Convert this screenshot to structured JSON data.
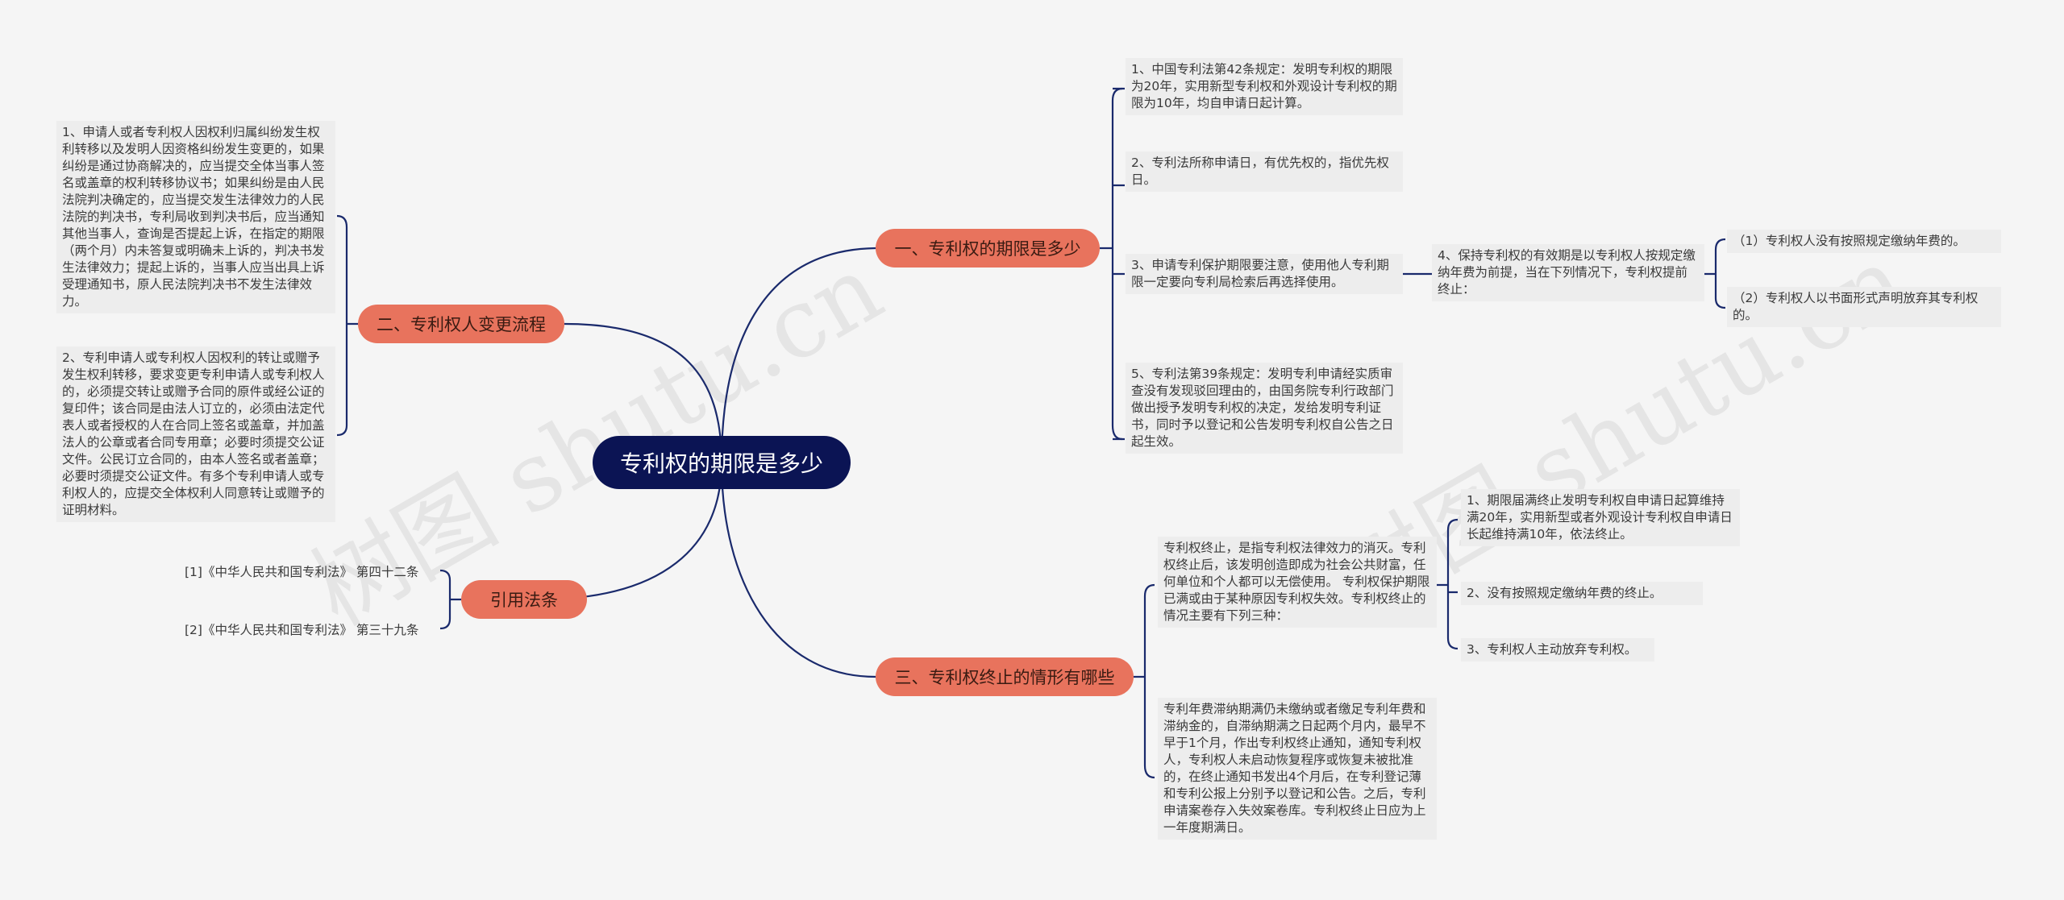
{
  "root": "专利权的期限是多少",
  "branches": {
    "b1": "一、专利权的期限是多少",
    "b2": "二、专利权人变更流程",
    "b3": "引用法条",
    "b4": "三、专利权终止的情形有哪些"
  },
  "leaves": {
    "b1_1": "1、中国专利法第42条规定：发明专利权的期限为20年，实用新型专利权和外观设计专利权的期限为10年，均自申请日起计算。",
    "b1_2": "2、专利法所称申请日，有优先权的，指优先权日。",
    "b1_3": "3、申请专利保护期限要注意，使用他人专利期限一定要向专利局检索后再选择使用。",
    "b1_3_1": "4、保持专利权的有效期是以专利权人按规定缴纳年费为前提，当在下列情况下，专利权提前终止：",
    "b1_3_1_1": "（1）专利权人没有按照规定缴纳年费的。",
    "b1_3_1_2": "（2）专利权人以书面形式声明放弃其专利权的。",
    "b1_4": "5、专利法第39条规定：发明专利申请经实质审查没有发现驳回理由的，由国务院专利行政部门做出授予发明专利权的决定，发给发明专利证书，同时予以登记和公告发明专利权自公告之日起生效。",
    "b2_1": "1、申请人或者专利权人因权利归属纠纷发生权利转移以及发明人因资格纠纷发生变更的，如果纠纷是通过协商解决的，应当提交全体当事人签名或盖章的权利转移协议书；如果纠纷是由人民法院判决确定的，应当提交发生法律效力的人民法院的判决书，专利局收到判决书后，应当通知其他当事人，查询是否提起上诉，在指定的期限（两个月）内未答复或明确未上诉的，判决书发生法律效力；提起上诉的，当事人应当出具上诉受理通知书，原人民法院判决书不发生法律效力。",
    "b2_2": "2、专利申请人或专利权人因权利的转让或赠予发生权利转移，要求变更专利申请人或专利权人的，必须提交转让或赠予合同的原件或经公证的复印件；该合同是由法人订立的，必须由法定代表人或者授权的人在合同上签名或盖章，并加盖法人的公章或者合同专用章；必要时须提交公证文件。公民订立合同的，由本人签名或者盖章；必要时须提交公证文件。有多个专利申请人或专利权人的，应提交全体权利人同意转让或赠予的证明材料。",
    "b3_1": "[1]《中华人民共和国专利法》 第四十二条",
    "b3_2": "[2]《中华人民共和国专利法》 第三十九条",
    "b4_1": "专利权终止，是指专利权法律效力的消灭。专利权终止后，该发明创造即成为社会公共财富，任何单位和个人都可以无偿使用。 专利权保护期限已满或由于某种原因专利权失效。专利权终止的情况主要有下列三种：",
    "b4_1_1": "1、期限届满终止发明专利权自申请日起算维持满20年，实用新型或者外观设计专利权自申请日长起维持满10年，依法终止。",
    "b4_1_2": "2、没有按照规定缴纳年费的终止。",
    "b4_1_3": "3、专利权人主动放弃专利权。",
    "b4_2": "专利年费滞纳期满仍未缴纳或者缴足专利年费和滞纳金的，自滞纳期满之日起两个月内，最早不早于1个月，作出专利权终止通知，通知专利权人，专利权人未启动恢复程序或恢复未被批准的，在终止通知书发出4个月后，在专利登记薄和专利公报上分别予以登记和公告。之后，专利申请案卷存入失效案卷库。专利权终止日应为上一年度期满日。"
  },
  "watermark": "树图 shutu.cn",
  "colors": {
    "root": "#0b1454",
    "branch": "#e8735d",
    "link": "#1a2a6c",
    "leaf_bg": "#ededed"
  }
}
